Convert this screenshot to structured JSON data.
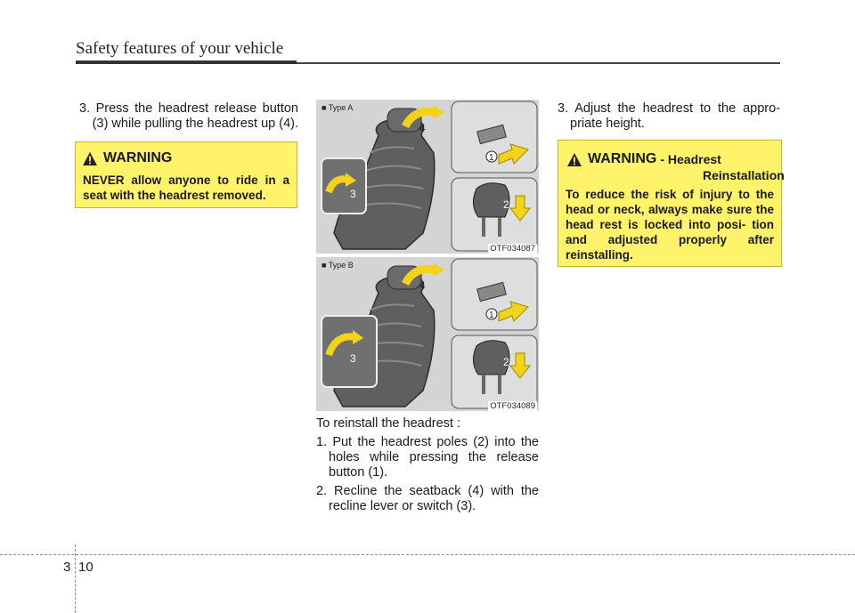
{
  "header": {
    "title": "Safety features of your vehicle"
  },
  "left": {
    "step3_line1": "3. Press the headrest release button",
    "step3_line2": "(3) while pulling the headrest up (4).",
    "warning": {
      "title": "WARNING",
      "body": "NEVER allow anyone to ride in a seat with the headrest removed."
    }
  },
  "figure": {
    "type_a": "■ Type A",
    "code_a": "OTF034087",
    "type_b": "■ Type B",
    "code_b": "OTF034089",
    "callouts": [
      "1",
      "2",
      "3",
      "4"
    ]
  },
  "middle": {
    "reinstall_title": "To reinstall the headrest :",
    "step1": "1. Put the headrest poles (2) into the holes while pressing the release button (1).",
    "step2": "2. Recline the seatback (4) with the recline lever or switch (3)."
  },
  "right": {
    "step3": "3. Adjust the headrest to the appro- priate height.",
    "warning": {
      "title": "WARNING",
      "subtitle_line1": "- Headrest",
      "subtitle_line2": "Reinstallation",
      "body": "To reduce the risk of injury to the head or neck, always make sure the head rest is locked into posi- tion and adjusted properly after reinstalling."
    }
  },
  "footer": {
    "chapter": "3",
    "page": "10"
  },
  "colors": {
    "warning_bg": "#fef36a",
    "arrow_yellow": "#f2d21a",
    "seat_gray": "#5a5a5a"
  }
}
